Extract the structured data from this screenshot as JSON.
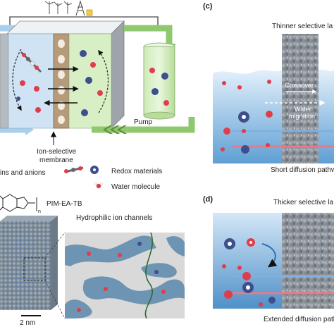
{
  "panels": {
    "c": {
      "letter": "(c)",
      "title": "Thinner selective la",
      "crossover": "Crossover",
      "water_migration_1": "Water",
      "water_migration_2": "migration",
      "caption": "Short diffusion pathw"
    },
    "d": {
      "letter": "(d)",
      "title": "Thicker selective la",
      "caption": "Extended diffusion path"
    }
  },
  "schematic": {
    "pump": "Pump",
    "membrane_1": "Ion-selective",
    "membrane_2": "membrane"
  },
  "legend": {
    "ions": "ins and anions",
    "redox": "Redox materials",
    "water": "Water molecule"
  },
  "structure": {
    "polymer": "PIM-EA-TB",
    "subscript": "n",
    "channels": "Hydrophilic ion channels",
    "scale": "2 nm"
  },
  "colors": {
    "electrolyte_blue": "#cfe3f5",
    "electrolyte_green": "#d8efc6",
    "arrow_green": "#6aa84f",
    "membrane_gray": "#8e9298",
    "channel_blue": "#6e94b3",
    "water_gradient_top": "#cfe6f8",
    "water_gradient_bottom": "#5f9fd4",
    "ion_red": "#e23c4a",
    "redox_blue": "#3d4f8c"
  }
}
